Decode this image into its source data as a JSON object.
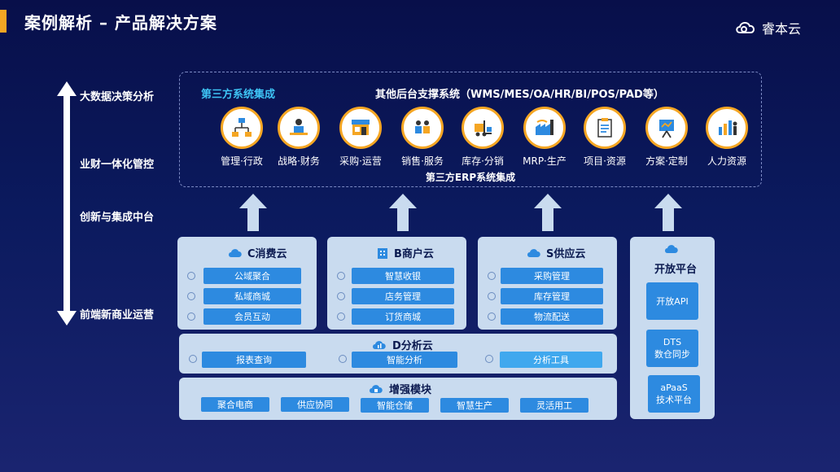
{
  "header": {
    "title": "案例解析 – 产品解决方案",
    "logo_text": "睿本云"
  },
  "side_labels": [
    "大数据决策分析",
    "业财一体化管控",
    "创新与集成中台",
    "前端新商业运营"
  ],
  "top_box": {
    "left_label": "第三方系统集成",
    "center_label": "其他后台支撑系统（WMS/MES/OA/HR/BI/POS/PAD等）",
    "bottom_label": "第三方ERP系统集成",
    "items": [
      {
        "label": "管理·行政",
        "icon": "org-chart-icon"
      },
      {
        "label": "战略·财务",
        "icon": "desk-person-icon"
      },
      {
        "label": "采购·运营",
        "icon": "store-icon"
      },
      {
        "label": "销售·服务",
        "icon": "sales-people-icon"
      },
      {
        "label": "库存·分销",
        "icon": "forklift-icon"
      },
      {
        "label": "MRP·生产",
        "icon": "factory-icon"
      },
      {
        "label": "项目·资源",
        "icon": "clipboard-icon"
      },
      {
        "label": "方案·定制",
        "icon": "blueprint-icon"
      },
      {
        "label": "人力资源",
        "icon": "people-chart-icon"
      }
    ]
  },
  "consumer": {
    "title": "C消费云",
    "items": [
      "公域聚合",
      "私域商城",
      "会员互动"
    ]
  },
  "merchant": {
    "title": "B商户云",
    "items": [
      "智慧收银",
      "店务管理",
      "订货商城"
    ]
  },
  "supply": {
    "title": "S供应云",
    "items": [
      "采购管理",
      "库存管理",
      "物流配送"
    ]
  },
  "analysis": {
    "title": "D分析云",
    "items": [
      "报表查询",
      "智能分析",
      "分析工具"
    ]
  },
  "enhance": {
    "title": "增强模块",
    "items": [
      "聚合电商",
      "供应协同",
      "智能仓储",
      "智慧生产",
      "灵活用工"
    ]
  },
  "open_platform": {
    "title": "开放平台",
    "items": [
      "开放API",
      "DTS\n数仓同步",
      "aPaaS\n技术平台"
    ]
  },
  "colors": {
    "accent": "#f5a623",
    "highlight": "#3ec4f5",
    "pill": "#2d8ae0",
    "panel": "#c9dbef"
  }
}
